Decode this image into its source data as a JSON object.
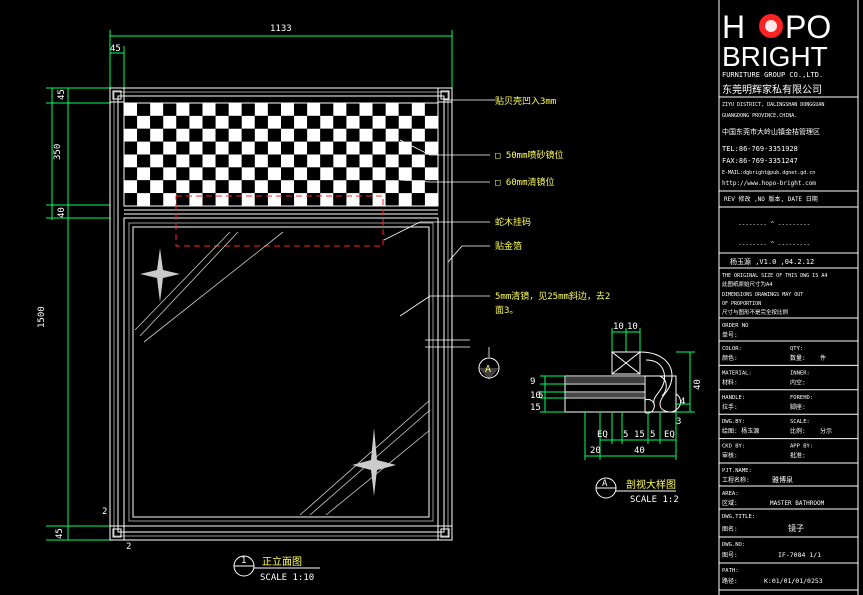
{
  "logo": {
    "word1_a": "H",
    "word1_b": "PO",
    "word2": "BRIGHT",
    "line1": "FURNITURE GROUP CO.,LTD.",
    "line2": "东莞明辉家私有限公司"
  },
  "company": {
    "addr_en_1": "ZIYU DISTRICT, DALINGSHAN DONGGUAN",
    "addr_en_2": "GUANGDONG PROVINCE,CHINA.",
    "addr_cn": "中国东莞市大岭山镇金桔管理区",
    "tel": "TEL:86-769-3351928",
    "fax": "FAX:86-769-3351247",
    "email": "E-MAIL:dgbright@pub.dgnet.gd.cn",
    "web": "http://www.hopo-bright.com"
  },
  "revision": {
    "header": "REV 修改 ,NO 版本, DATE 日期",
    "row1": "-------- ^ ---------",
    "row2": "-------- ^ ---------",
    "current": "杨玉源  ,V1.0  ,04.2.12"
  },
  "notes": {
    "n1": "THE ORIGINAL SIZE OF THIS DWG IS A4",
    "n2": "此图纸原始尺寸为A4",
    "n3": "DIMENSIONS DRAWINGS MAY OUT",
    "n4": "OF PROPORTION",
    "n5": "尺寸与图形不是完全按比例"
  },
  "order": {
    "label": "ORDER NO",
    "value_label": "单号:"
  },
  "fields": [
    {
      "en": "COLOR:",
      "cn": "颜色:",
      "en2": "QTY:",
      "cn2": "数量:",
      "v2": "件"
    },
    {
      "en": "MATERIAL:",
      "cn": "材料:",
      "en2": "INNER:",
      "cn2": "内空:",
      "v2": ""
    },
    {
      "en": "HANDLE:",
      "cn": "拉手:",
      "en2": "FOREHD:",
      "cn2": "脚座:",
      "v2": ""
    },
    {
      "en": "DWG.BY:",
      "cn": "绘图: 杨玉源",
      "en2": "SCALE:",
      "cn2": "比例:",
      "v2": "分示"
    },
    {
      "en": "CKD BY:",
      "cn": "审核:",
      "en2": "APP BY:",
      "cn2": "批准:",
      "v2": ""
    }
  ],
  "project": {
    "en": "PJT.NAME:",
    "cn": "工程名称:",
    "value": "雅博泉"
  },
  "area": {
    "en": "AREA:",
    "cn": "区域:",
    "value": "MASTER BATHROOM"
  },
  "title": {
    "en": "DWG.TITLE:",
    "cn": "图名:",
    "value": "镜子"
  },
  "dwgno": {
    "en": "DWG.NO:",
    "cn": "图号:",
    "value": "IF-7084 1/1"
  },
  "path": {
    "en": "PATH:",
    "cn": "路径:",
    "value": "K:01/01/01/0253"
  },
  "dimensions": {
    "width": "1133",
    "left_margin": "45",
    "height": "1500",
    "v_top": "45",
    "v_350": "350",
    "v_40": "40",
    "v_bottom": "45",
    "small_2a": "2",
    "small_2b": "2"
  },
  "labels": {
    "l1": "贴贝壳凹入3mm",
    "l2": "□ 50mm喷砂镜位",
    "l3": "□ 60mm清镜位",
    "l4": "蛇木挂码",
    "l5": "贴金箔",
    "l6a": "5mm清镜，见25mm斜边，去2",
    "l6b": "面3。"
  },
  "section_marker": "A",
  "front_view": {
    "num": "1",
    "title": "正立面图",
    "scale": "SCALE 1:10"
  },
  "detail_view": {
    "num": "A",
    "title": "剖视大样图",
    "scale": "SCALE 1:2"
  },
  "detail_dims": {
    "top_a": "10",
    "top_b": "10",
    "left_9": "9",
    "left_10": "10",
    "left_5": "5",
    "left_15": "15",
    "right_40": "40",
    "right_4": "4",
    "right_3": "3",
    "eq_left": "EQ",
    "d5": "5",
    "d15": "15",
    "d5b": "5",
    "eq_right": "EQ",
    "bot_20": "20",
    "bot_40": "40",
    "small_3": "3"
  }
}
